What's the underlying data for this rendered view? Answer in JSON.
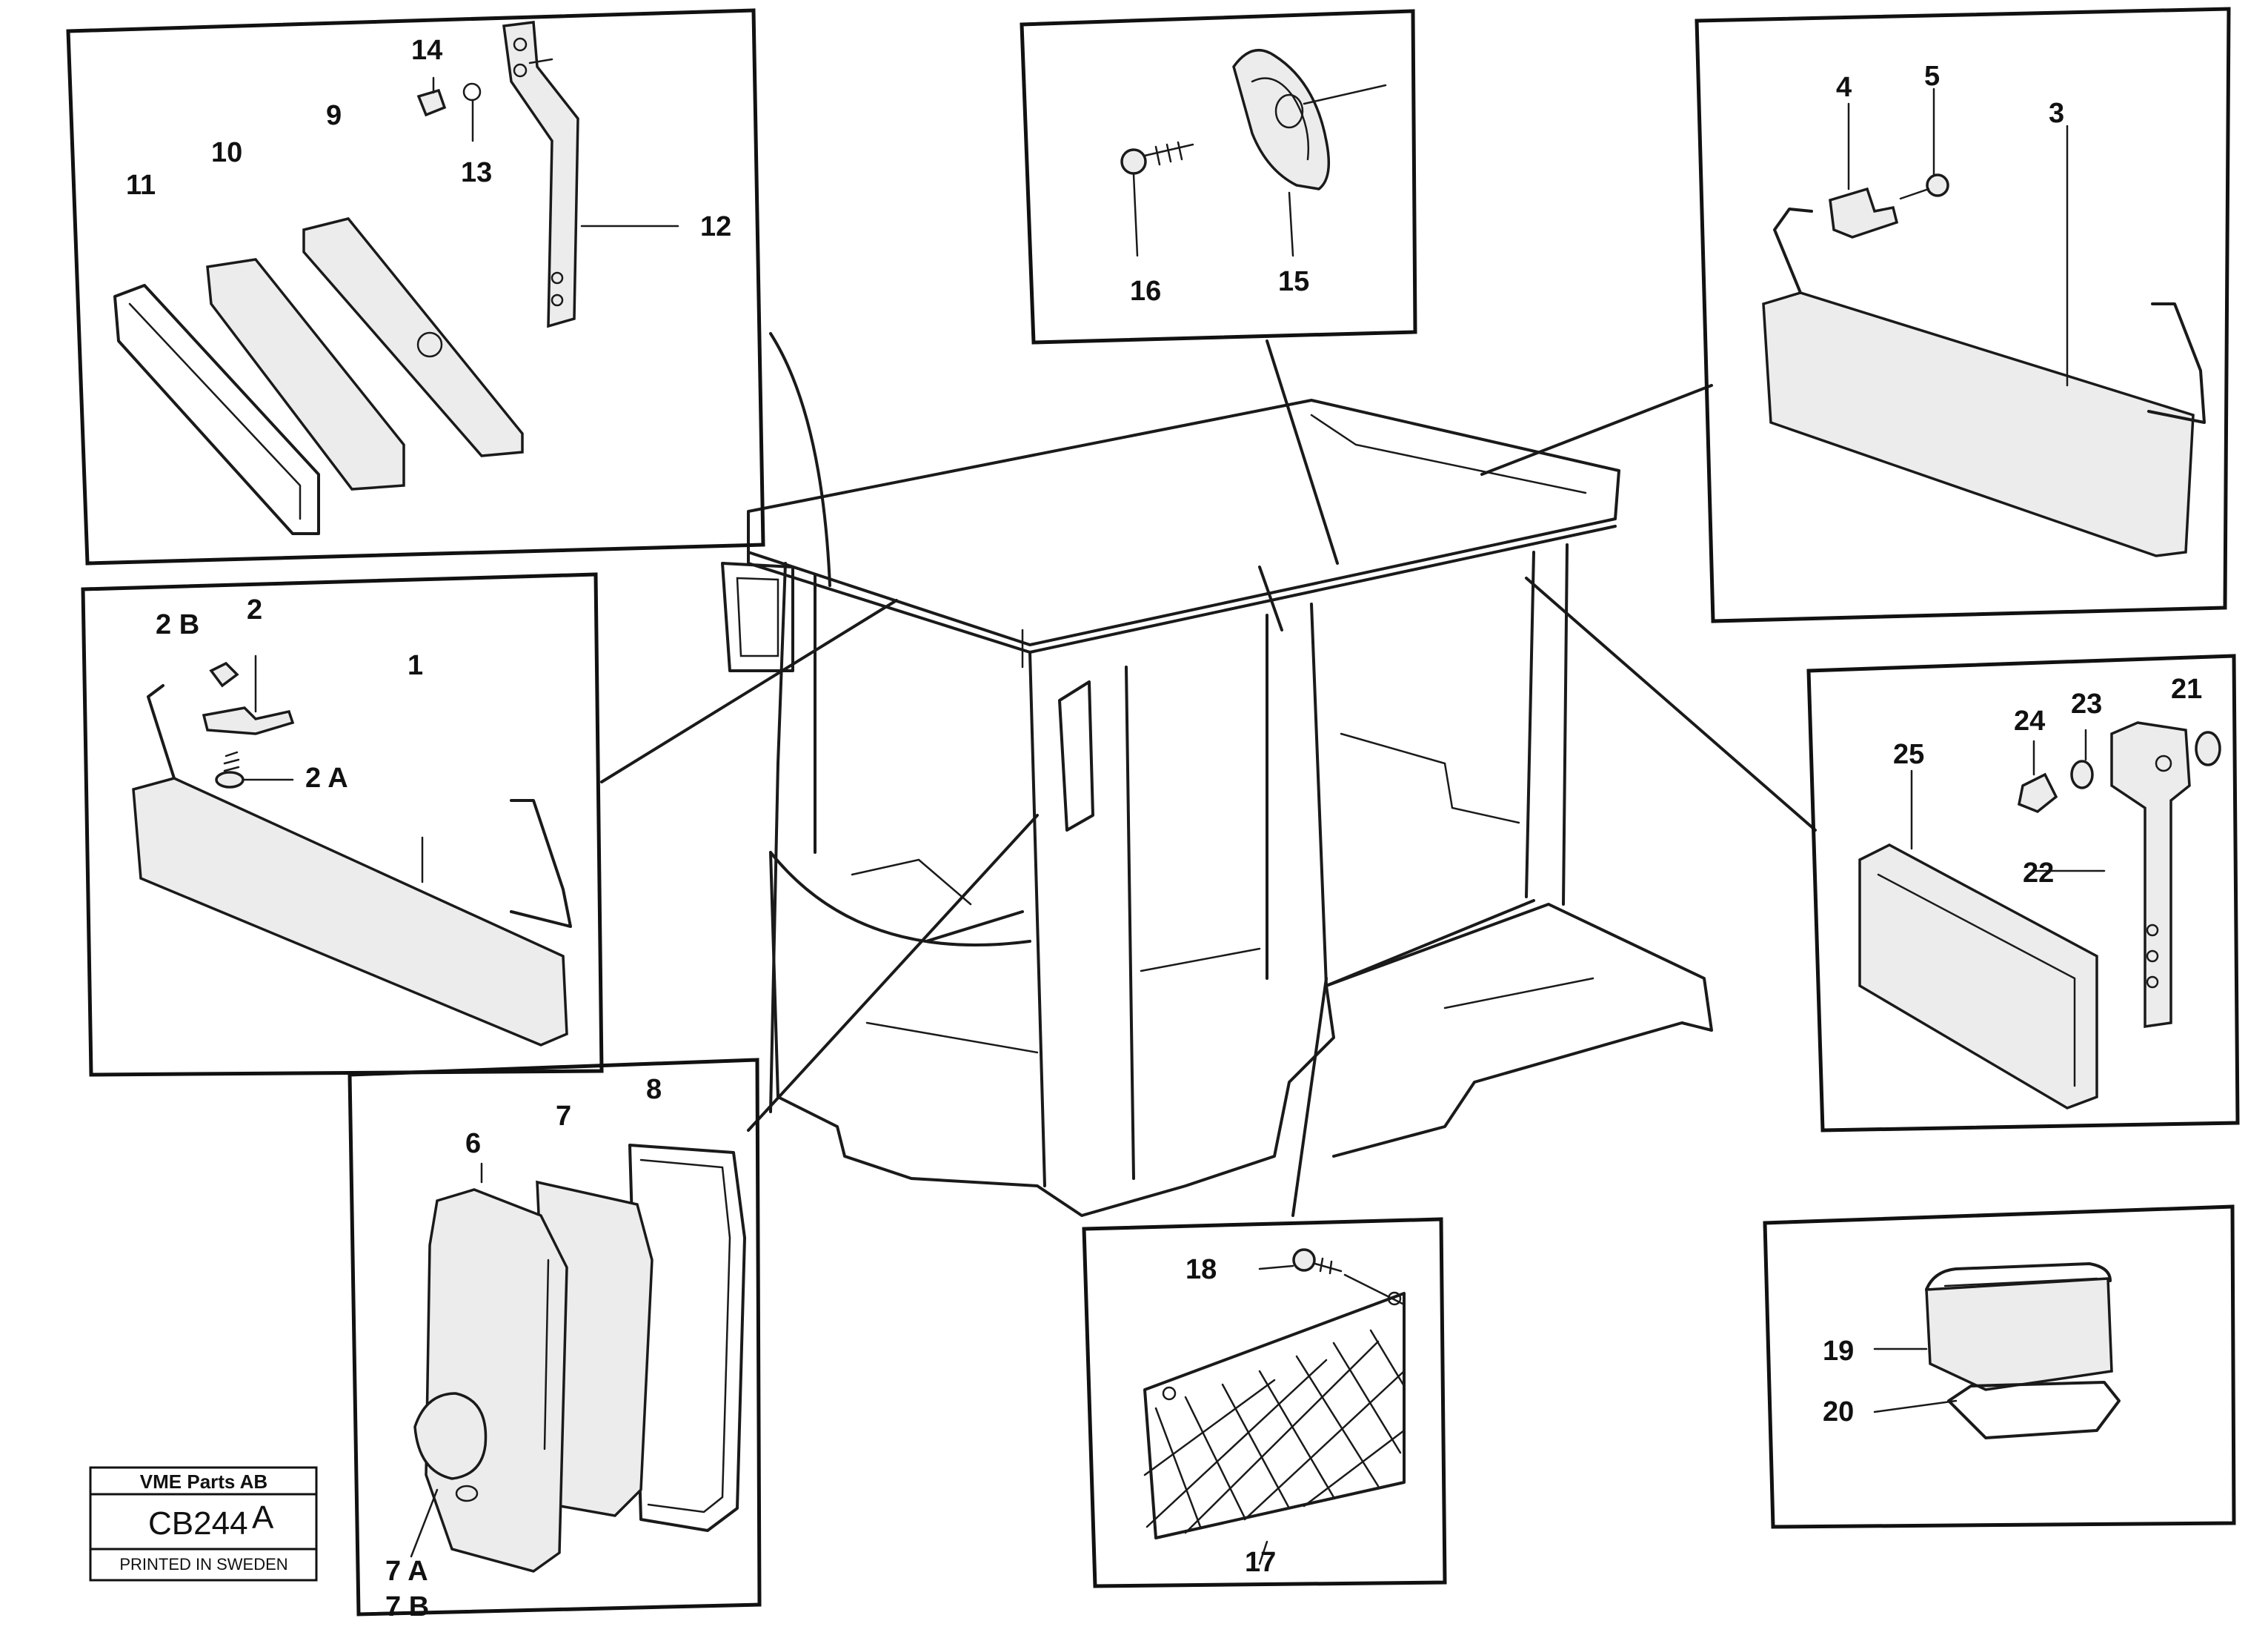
{
  "stamp": {
    "company": "VME Parts AB",
    "code": "CB244",
    "code_suffix": "A",
    "printed": "PRINTED IN SWEDEN"
  },
  "labels": {
    "p1": "1",
    "p2": "2",
    "p2a": "2 A",
    "p2b": "2 B",
    "p3": "3",
    "p4": "4",
    "p5": "5",
    "p6": "6",
    "p7": "7",
    "p7a": "7 A",
    "p7b": "7 B",
    "p8": "8",
    "p9": "9",
    "p10": "10",
    "p11": "11",
    "p12": "12",
    "p13": "13",
    "p14": "14",
    "p15": "15",
    "p16": "16",
    "p17": "17",
    "p18": "18",
    "p19": "19",
    "p20": "20",
    "p21": "21",
    "p22": "22",
    "p23": "23",
    "p24": "24",
    "p25": "25"
  }
}
